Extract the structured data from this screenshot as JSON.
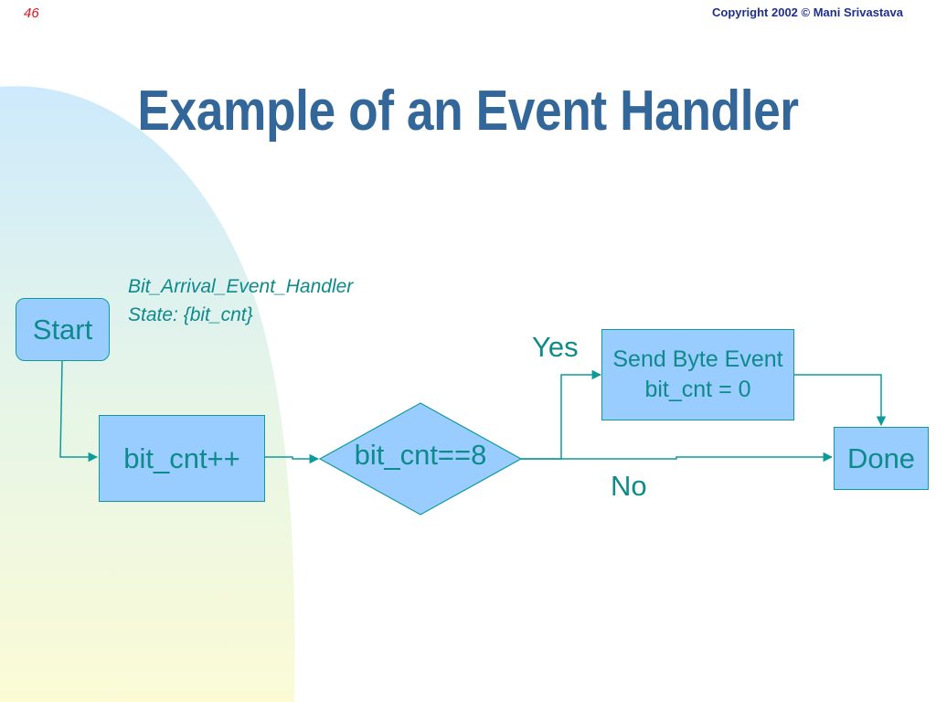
{
  "header": {
    "slide_number": "46",
    "copyright": "Copyright 2002 © Mani Srivastava"
  },
  "title": "Example of an Event Handler",
  "handler": {
    "name": "Bit_Arrival_Event_Handler",
    "state": "State: {bit_cnt}"
  },
  "nodes": {
    "start": "Start",
    "increment": "bit_cnt++",
    "decision": "bit_cnt==8",
    "send_line1": "Send Byte Event",
    "send_line2": "bit_cnt = 0",
    "done": "Done"
  },
  "edges": {
    "yes": "Yes",
    "no": "No"
  },
  "colors": {
    "title": "#336699",
    "node_fill": "#99ccff",
    "node_text": "#0f8a8a",
    "connector": "#0f9a9a",
    "slide_number": "#e0141e",
    "copyright": "#1f2f8f"
  }
}
